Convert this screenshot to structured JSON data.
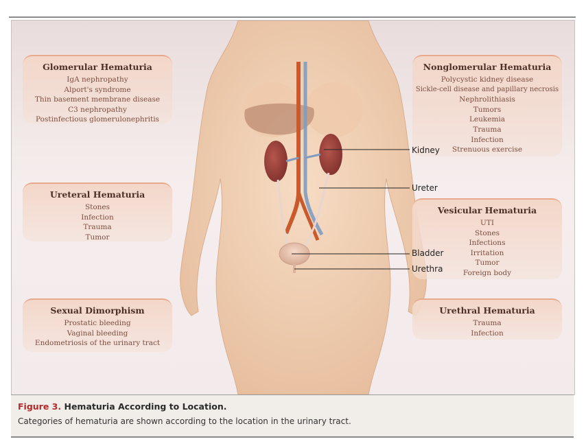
{
  "boxes": {
    "glomerular": {
      "title": "Glomerular Hematuria",
      "items": [
        "IgA nephropathy",
        "Alport's syndrome",
        "Thin basement membrane disease",
        "C3 nephropathy",
        "Postinfectious glomerulonephritis"
      ]
    },
    "ureteral": {
      "title": "Ureteral Hematuria",
      "items": [
        "Stones",
        "Infection",
        "Trauma",
        "Tumor"
      ]
    },
    "sexual": {
      "title": "Sexual Dimorphism",
      "items": [
        "Prostatic bleeding",
        "Vaginal bleeding",
        "Endometriosis of the urinary tract"
      ]
    },
    "nonglomerular": {
      "title": "Nonglomerular Hematuria",
      "items": [
        "Polycystic kidney disease",
        "Sickle-cell disease and papillary necrosis",
        "Nephrolithiasis",
        "Tumors",
        "Leukemia",
        "Trauma",
        "Infection",
        "Strenuous exercise"
      ]
    },
    "vesicular": {
      "title": "Vesicular Hematuria",
      "items": [
        "UTI",
        "Stones",
        "Infections",
        "Irritation",
        "Tumor",
        "Foreign body"
      ]
    },
    "urethral": {
      "title": "Urethral Hematuria",
      "items": [
        "Trauma",
        "Infection"
      ]
    }
  },
  "anatomy_labels": {
    "kidney": "Kidney",
    "ureter": "Ureter",
    "bladder": "Bladder",
    "urethra": "Urethra"
  },
  "caption": {
    "figure_label": "Figure 3.",
    "title": "Hematuria According to Location.",
    "text": "Categories of hematuria are shown according to the location in the urinary tract."
  },
  "colors": {
    "box_title": "#4d2f27",
    "box_text": "#7d4d3f",
    "box_border": "#e8a88c",
    "skin": "#f1cfb2",
    "kidney": "#9b3f3a",
    "artery": "#c85a2e",
    "vein": "#7f9cc0",
    "figure_label": "#b22a2a"
  }
}
